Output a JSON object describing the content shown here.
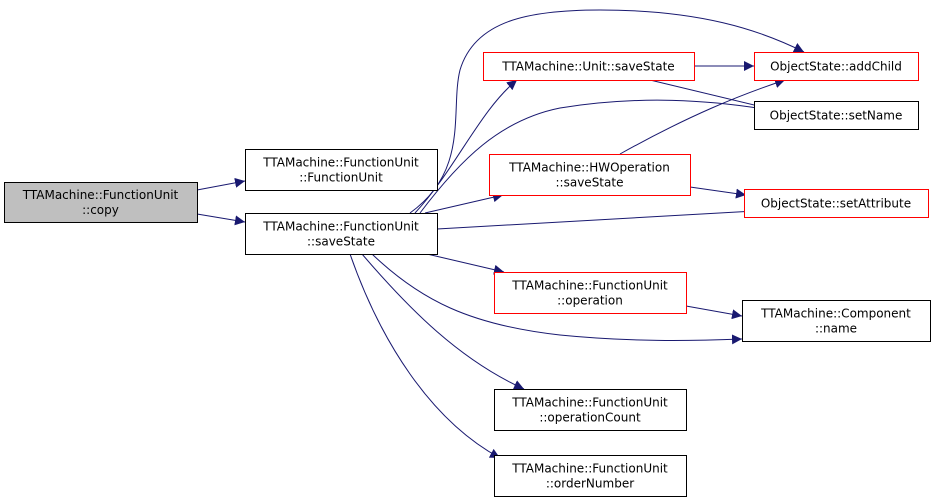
{
  "colors": {
    "edge": "#191970",
    "node_fill": "#ffffff",
    "root_fill": "#bfbfbf",
    "border_default": "#000000",
    "border_highlight": "#ff0000",
    "text": "#000000"
  },
  "nodes": [
    {
      "id": "fu-copy",
      "lines": [
        "TTAMachine::FunctionUnit",
        "::copy"
      ],
      "kind": "root"
    },
    {
      "id": "fu-ctor",
      "lines": [
        "TTAMachine::FunctionUnit",
        "::FunctionUnit"
      ],
      "kind": "default"
    },
    {
      "id": "fu-savestate",
      "lines": [
        "TTAMachine::FunctionUnit",
        "::saveState"
      ],
      "kind": "default"
    },
    {
      "id": "unit-savestate",
      "lines": [
        "TTAMachine::Unit::saveState"
      ],
      "kind": "highlight"
    },
    {
      "id": "hwop-savestate",
      "lines": [
        "TTAMachine::HWOperation",
        "::saveState"
      ],
      "kind": "highlight"
    },
    {
      "id": "fu-operation",
      "lines": [
        "TTAMachine::FunctionUnit",
        "::operation"
      ],
      "kind": "highlight"
    },
    {
      "id": "fu-operationcount",
      "lines": [
        "TTAMachine::FunctionUnit",
        "::operationCount"
      ],
      "kind": "default"
    },
    {
      "id": "fu-ordernumber",
      "lines": [
        "TTAMachine::FunctionUnit",
        "::orderNumber"
      ],
      "kind": "default"
    },
    {
      "id": "os-addchild",
      "lines": [
        "ObjectState::addChild"
      ],
      "kind": "highlight"
    },
    {
      "id": "os-setname",
      "lines": [
        "ObjectState::setName"
      ],
      "kind": "default"
    },
    {
      "id": "os-setattribute",
      "lines": [
        "ObjectState::setAttribute"
      ],
      "kind": "highlight"
    },
    {
      "id": "comp-name",
      "lines": [
        "TTAMachine::Component",
        "::name"
      ],
      "kind": "default"
    }
  ],
  "edges": [
    {
      "from": "fu-copy",
      "to": "fu-ctor"
    },
    {
      "from": "fu-copy",
      "to": "fu-savestate"
    },
    {
      "from": "fu-savestate",
      "to": "os-addchild"
    },
    {
      "from": "fu-savestate",
      "to": "unit-savestate"
    },
    {
      "from": "fu-savestate",
      "to": "os-setname"
    },
    {
      "from": "fu-savestate",
      "to": "hwop-savestate"
    },
    {
      "from": "fu-savestate",
      "to": "os-setattribute"
    },
    {
      "from": "fu-savestate",
      "to": "fu-operation"
    },
    {
      "from": "fu-savestate",
      "to": "comp-name"
    },
    {
      "from": "fu-savestate",
      "to": "fu-operationcount"
    },
    {
      "from": "fu-savestate",
      "to": "fu-ordernumber"
    },
    {
      "from": "unit-savestate",
      "to": "os-addchild"
    },
    {
      "from": "unit-savestate",
      "to": "os-setname"
    },
    {
      "from": "hwop-savestate",
      "to": "os-addchild"
    },
    {
      "from": "hwop-savestate",
      "to": "os-setattribute"
    },
    {
      "from": "fu-operation",
      "to": "comp-name"
    }
  ]
}
